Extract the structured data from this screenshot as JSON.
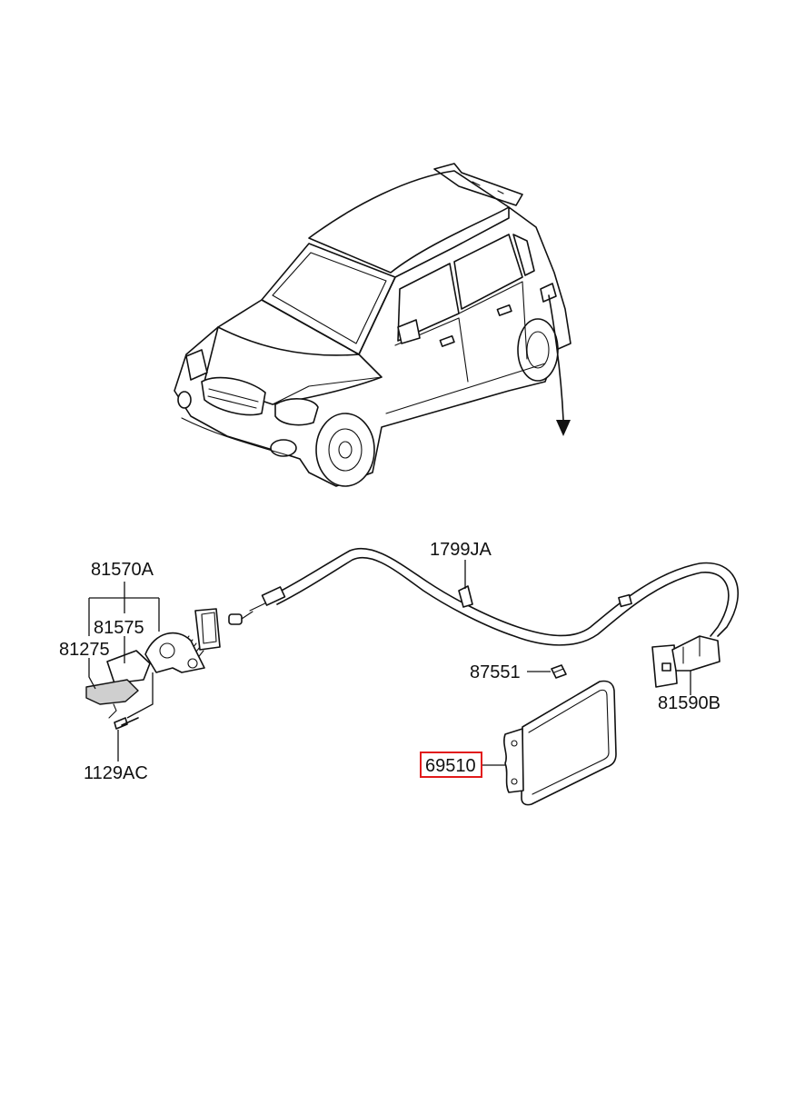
{
  "parts": {
    "p81570A": "81570A",
    "p81575": "81575",
    "p81275": "81275",
    "p1129AC": "1129AC",
    "p1799JA": "1799JA",
    "p87551": "87551",
    "p81590B": "81590B",
    "p69510": "69510"
  },
  "highlighted_part": "69510",
  "colors": {
    "highlight": "#e21a1a",
    "line": "#111111"
  }
}
